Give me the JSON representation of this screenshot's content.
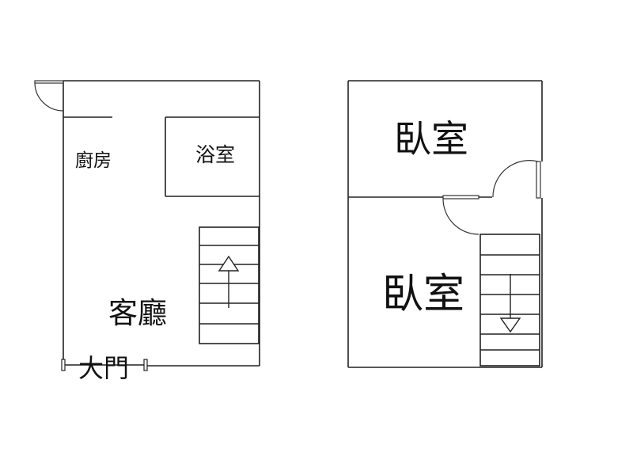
{
  "rooms": {
    "kitchen": "廚房",
    "bathroom": "浴室",
    "living_room": "客廳",
    "main_door": "大門",
    "bedroom_upper": "臥室",
    "bedroom_lower": "臥室"
  },
  "colors": {
    "wall": "#222222",
    "stroke": "#333333",
    "background": "#ffffff"
  },
  "icons": {
    "stairs_left": "stairs-up-arrow-icon",
    "stairs_right": "stairs-down-arrow-icon"
  }
}
